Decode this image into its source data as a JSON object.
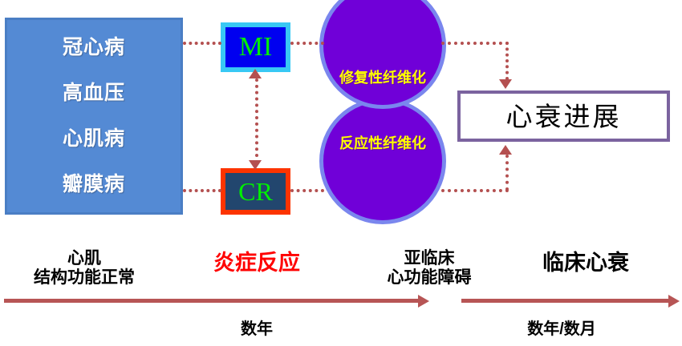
{
  "diagram": {
    "etiology": {
      "items": [
        {
          "label": "冠心病"
        },
        {
          "label": "高血压"
        },
        {
          "label": "心肌病"
        },
        {
          "label": "瓣膜病"
        }
      ]
    },
    "mechanisms": {
      "mi": {
        "label": "MI",
        "border_color": "#38c8f4",
        "fill_color": "#0000f0",
        "text_color": "#00f000"
      },
      "cr": {
        "label": "CR",
        "border_color": "#fc3400",
        "fill_color": "#22466e",
        "text_color": "#00f000"
      }
    },
    "fibrosis": {
      "reparative": {
        "label": "修复性纤维化",
        "fill_color": "#7000d8",
        "text_color": "#ffff00"
      },
      "reactive": {
        "label": "反应性纤维化",
        "fill_color": "#7000d8",
        "text_color": "#ffff00"
      }
    },
    "outcome": {
      "label": "心衰进展",
      "border_color": "#7b639f"
    },
    "connector_color": "#b45050",
    "timeline": {
      "stages": [
        {
          "line1": "心肌",
          "line2": "结构功能正常",
          "color": "#000000"
        },
        {
          "line1": "炎症反应",
          "line2": "",
          "color": "#ff0000"
        },
        {
          "line1": "亚临床",
          "line2": "心功能障碍",
          "color": "#000000"
        },
        {
          "line1": "临床心衰",
          "line2": "",
          "color": "#000000"
        }
      ],
      "durations": [
        {
          "label": "数年"
        },
        {
          "label": "数年/数月"
        }
      ],
      "axis_color": "#b75555"
    }
  }
}
